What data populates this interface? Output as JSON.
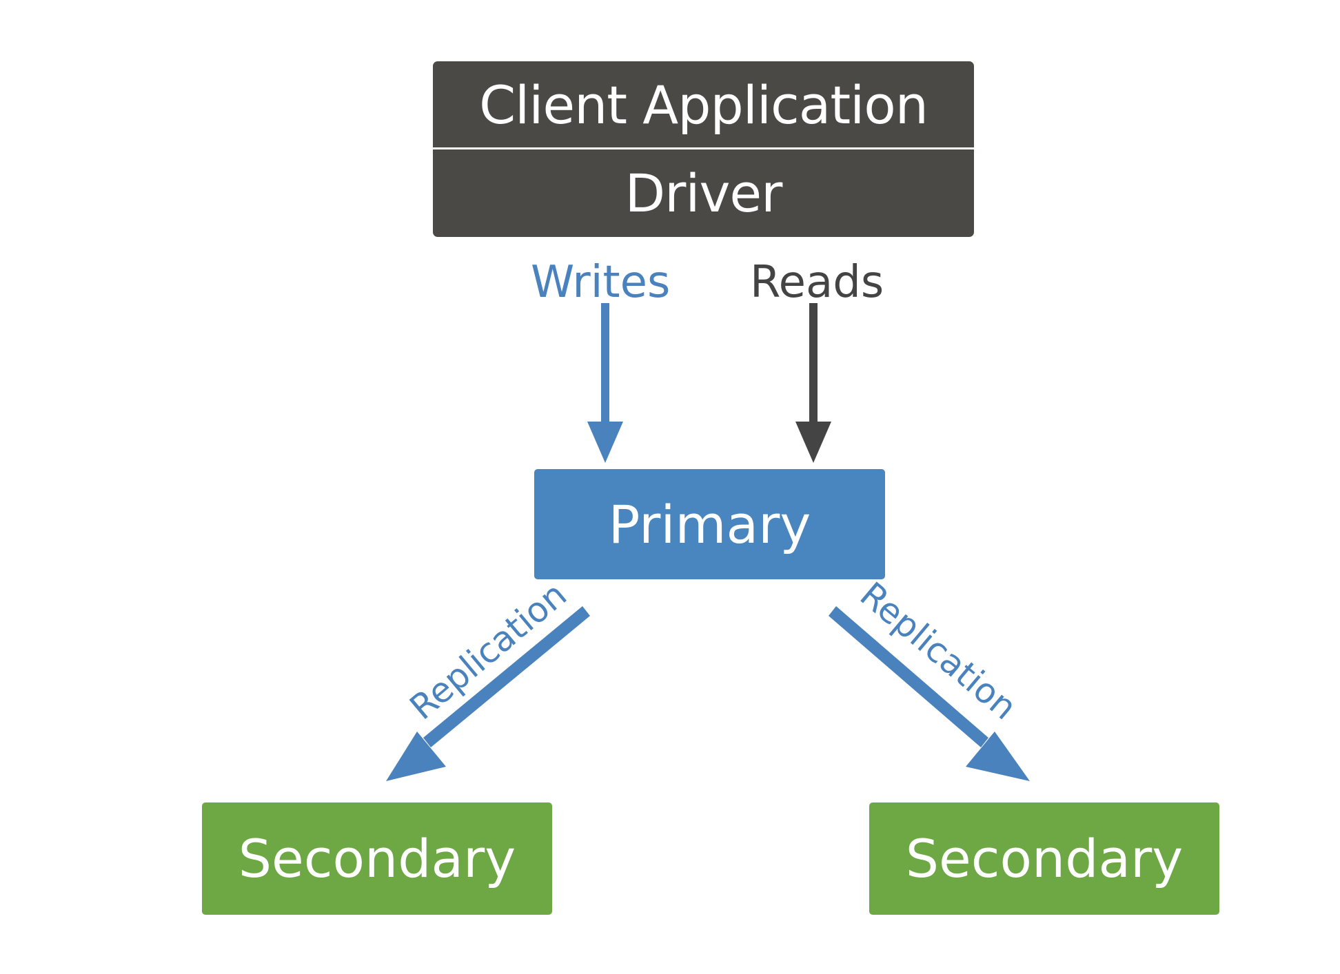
{
  "client": {
    "app_label": "Client Application",
    "driver_label": "Driver"
  },
  "flows": {
    "writes_label": "Writes",
    "reads_label": "Reads",
    "replication_left_label": "Replication",
    "replication_right_label": "Replication"
  },
  "nodes": {
    "primary_label": "Primary",
    "secondary_left_label": "Secondary",
    "secondary_right_label": "Secondary"
  },
  "colors": {
    "client_bg": "#4a4945",
    "primary_bg": "#4985be",
    "secondary_bg": "#6ea844",
    "writes_color": "#4a82bd",
    "reads_color": "#444444"
  }
}
